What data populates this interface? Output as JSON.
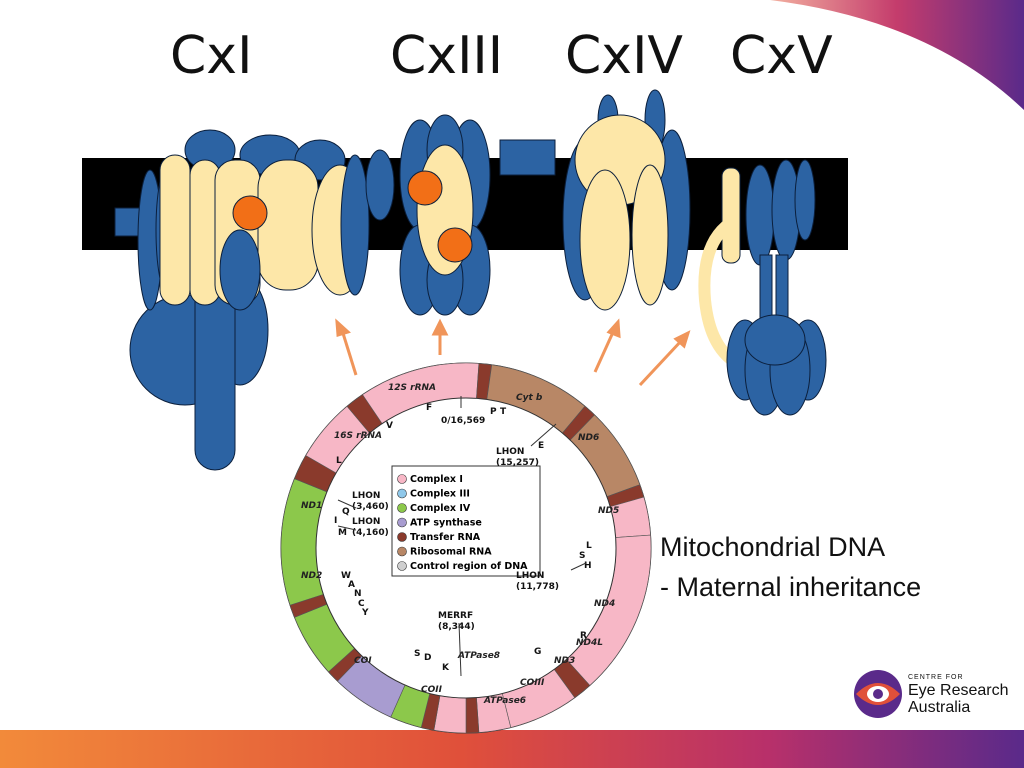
{
  "complex_labels": [
    "CxI",
    "CxIII",
    "CxIV",
    "CxV"
  ],
  "caption": {
    "line1": "Mitochondrial DNA",
    "line2": "- Maternal inheritance"
  },
  "logo": {
    "top": "CENTRE FOR",
    "mid": "Eye Research",
    "bottom": "Australia"
  },
  "mtdna": {
    "legend": [
      {
        "label": "Complex I",
        "color": "#f7b7c6"
      },
      {
        "label": "Complex III",
        "color": "#8fc8ea"
      },
      {
        "label": "Complex IV",
        "color": "#8cc84b"
      },
      {
        "label": "ATP synthase",
        "color": "#a89cd0"
      },
      {
        "label": "Transfer RNA",
        "color": "#8a3a2c"
      },
      {
        "label": "Ribosomal RNA",
        "color": "#b88766"
      },
      {
        "label": "Control region of DNA",
        "color": "#cfcfcf"
      }
    ],
    "gene_labels": [
      "12S rRNA",
      "16S rRNA",
      "Cyt b",
      "ND6",
      "ND5",
      "ND4",
      "ND4L",
      "ND3",
      "COIII",
      "ATPase6",
      "ATPase8",
      "COII",
      "COI",
      "ND2",
      "ND1"
    ],
    "trna_letters": [
      "F",
      "V",
      "P",
      "T",
      "E",
      "L",
      "S",
      "H",
      "R",
      "G",
      "K",
      "D",
      "S",
      "W",
      "A",
      "N",
      "C",
      "Y",
      "M",
      "I",
      "Q",
      "L"
    ],
    "annotations": {
      "origin": "0/16,569",
      "lhon_15257": "LHON (15,257)",
      "lhon_3460": "LHON (3,460)",
      "lhon_4160": "LHON (4,160)",
      "lhon_11778": "LHON (11,778)",
      "merrf": "MERRF (8,344)"
    }
  },
  "colors": {
    "membrane": "#000000",
    "subunit_blue": "#2c63a3",
    "subunit_cream": "#fde7a8",
    "heme_orange": "#f26f17",
    "arrow_orange": "#f0955a"
  }
}
